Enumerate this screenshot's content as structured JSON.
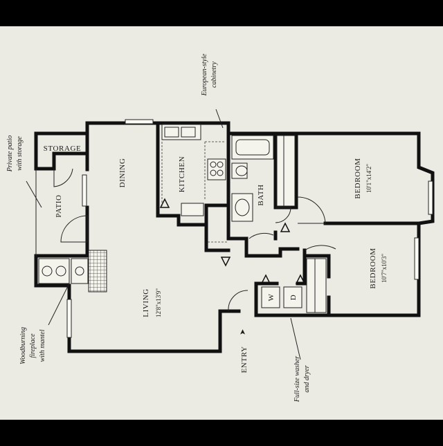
{
  "colors": {
    "paper": "#ecebe3",
    "ink": "#111111",
    "frame": "#000000"
  },
  "rooms": {
    "storage": "STORAGE",
    "patio": "PATIO",
    "dining": "DINING",
    "kitchen": "KITCHEN",
    "bath": "BATH",
    "living": "LIVING",
    "living_dim": "12'8\"x13'9\"",
    "bedroom1": "BEDROOM",
    "bedroom1_dim": "10'1\"x14'2\"",
    "bedroom2": "BEDROOM",
    "bedroom2_dim": "10'7\"x10'3\""
  },
  "notes": {
    "patio_line1": "Private patio",
    "patio_line2": "with storage",
    "cabinetry_line1": "European-style",
    "cabinetry_line2": "cabinetry",
    "fireplace_line1": "Woodburning",
    "fireplace_line2": "fireplace",
    "fireplace_line3": "with mantel",
    "washer_line1": "Full-size washer",
    "washer_line2": "and dryer"
  },
  "entry": {
    "label": "ENTRY",
    "arrow": "➤"
  },
  "laundry": {
    "washer": "W",
    "dryer": "D"
  }
}
